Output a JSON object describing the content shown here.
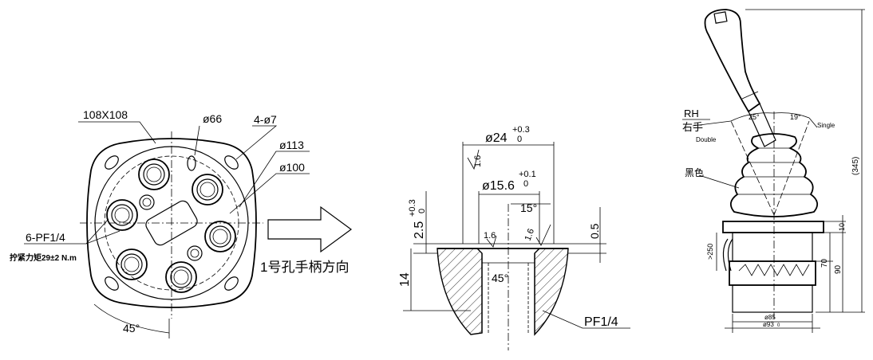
{
  "flange_view": {
    "label_size": "108X108",
    "label_d66": "ø66",
    "label_holes": "4-ø7",
    "label_d113": "ø113",
    "label_d100": "ø100",
    "label_ports": "6-PF1/4",
    "label_torque": "拧紧力矩29±2 N.m",
    "label_angle": "45°",
    "label_direction": "1号孔手柄方向"
  },
  "port_section": {
    "label_d24": "ø24",
    "label_d24_tol_upper": "+0.3",
    "label_d24_tol_lower": "0",
    "label_rough_a": "1.6",
    "label_d15": "ø15.6",
    "label_d15_tol_upper": "+0.1",
    "label_d15_tol_lower": "0",
    "label_15deg": "15°",
    "label_2_5": "2.5",
    "label_2_5_tol_upper": "+0.3",
    "label_2_5_tol_lower": "0",
    "label_0_5": "0.5",
    "label_rough_b": "1.6",
    "label_rough_c": "1.6",
    "label_14": "14",
    "label_45deg": "45°",
    "label_thread": "PF1/4"
  },
  "joystick_view": {
    "label_rh": "RH",
    "label_right_hand": "右手",
    "label_double": "Double",
    "label_25deg": "25°",
    "label_19deg": "19°",
    "label_single": "Single",
    "label_black": "黑色",
    "label_345": "(345)",
    "label_250": ">250",
    "label_10": "10",
    "label_70": "70",
    "label_90": "90",
    "label_d85": "ø85",
    "label_d93": "ø93",
    "label_d93_tol": "0"
  }
}
